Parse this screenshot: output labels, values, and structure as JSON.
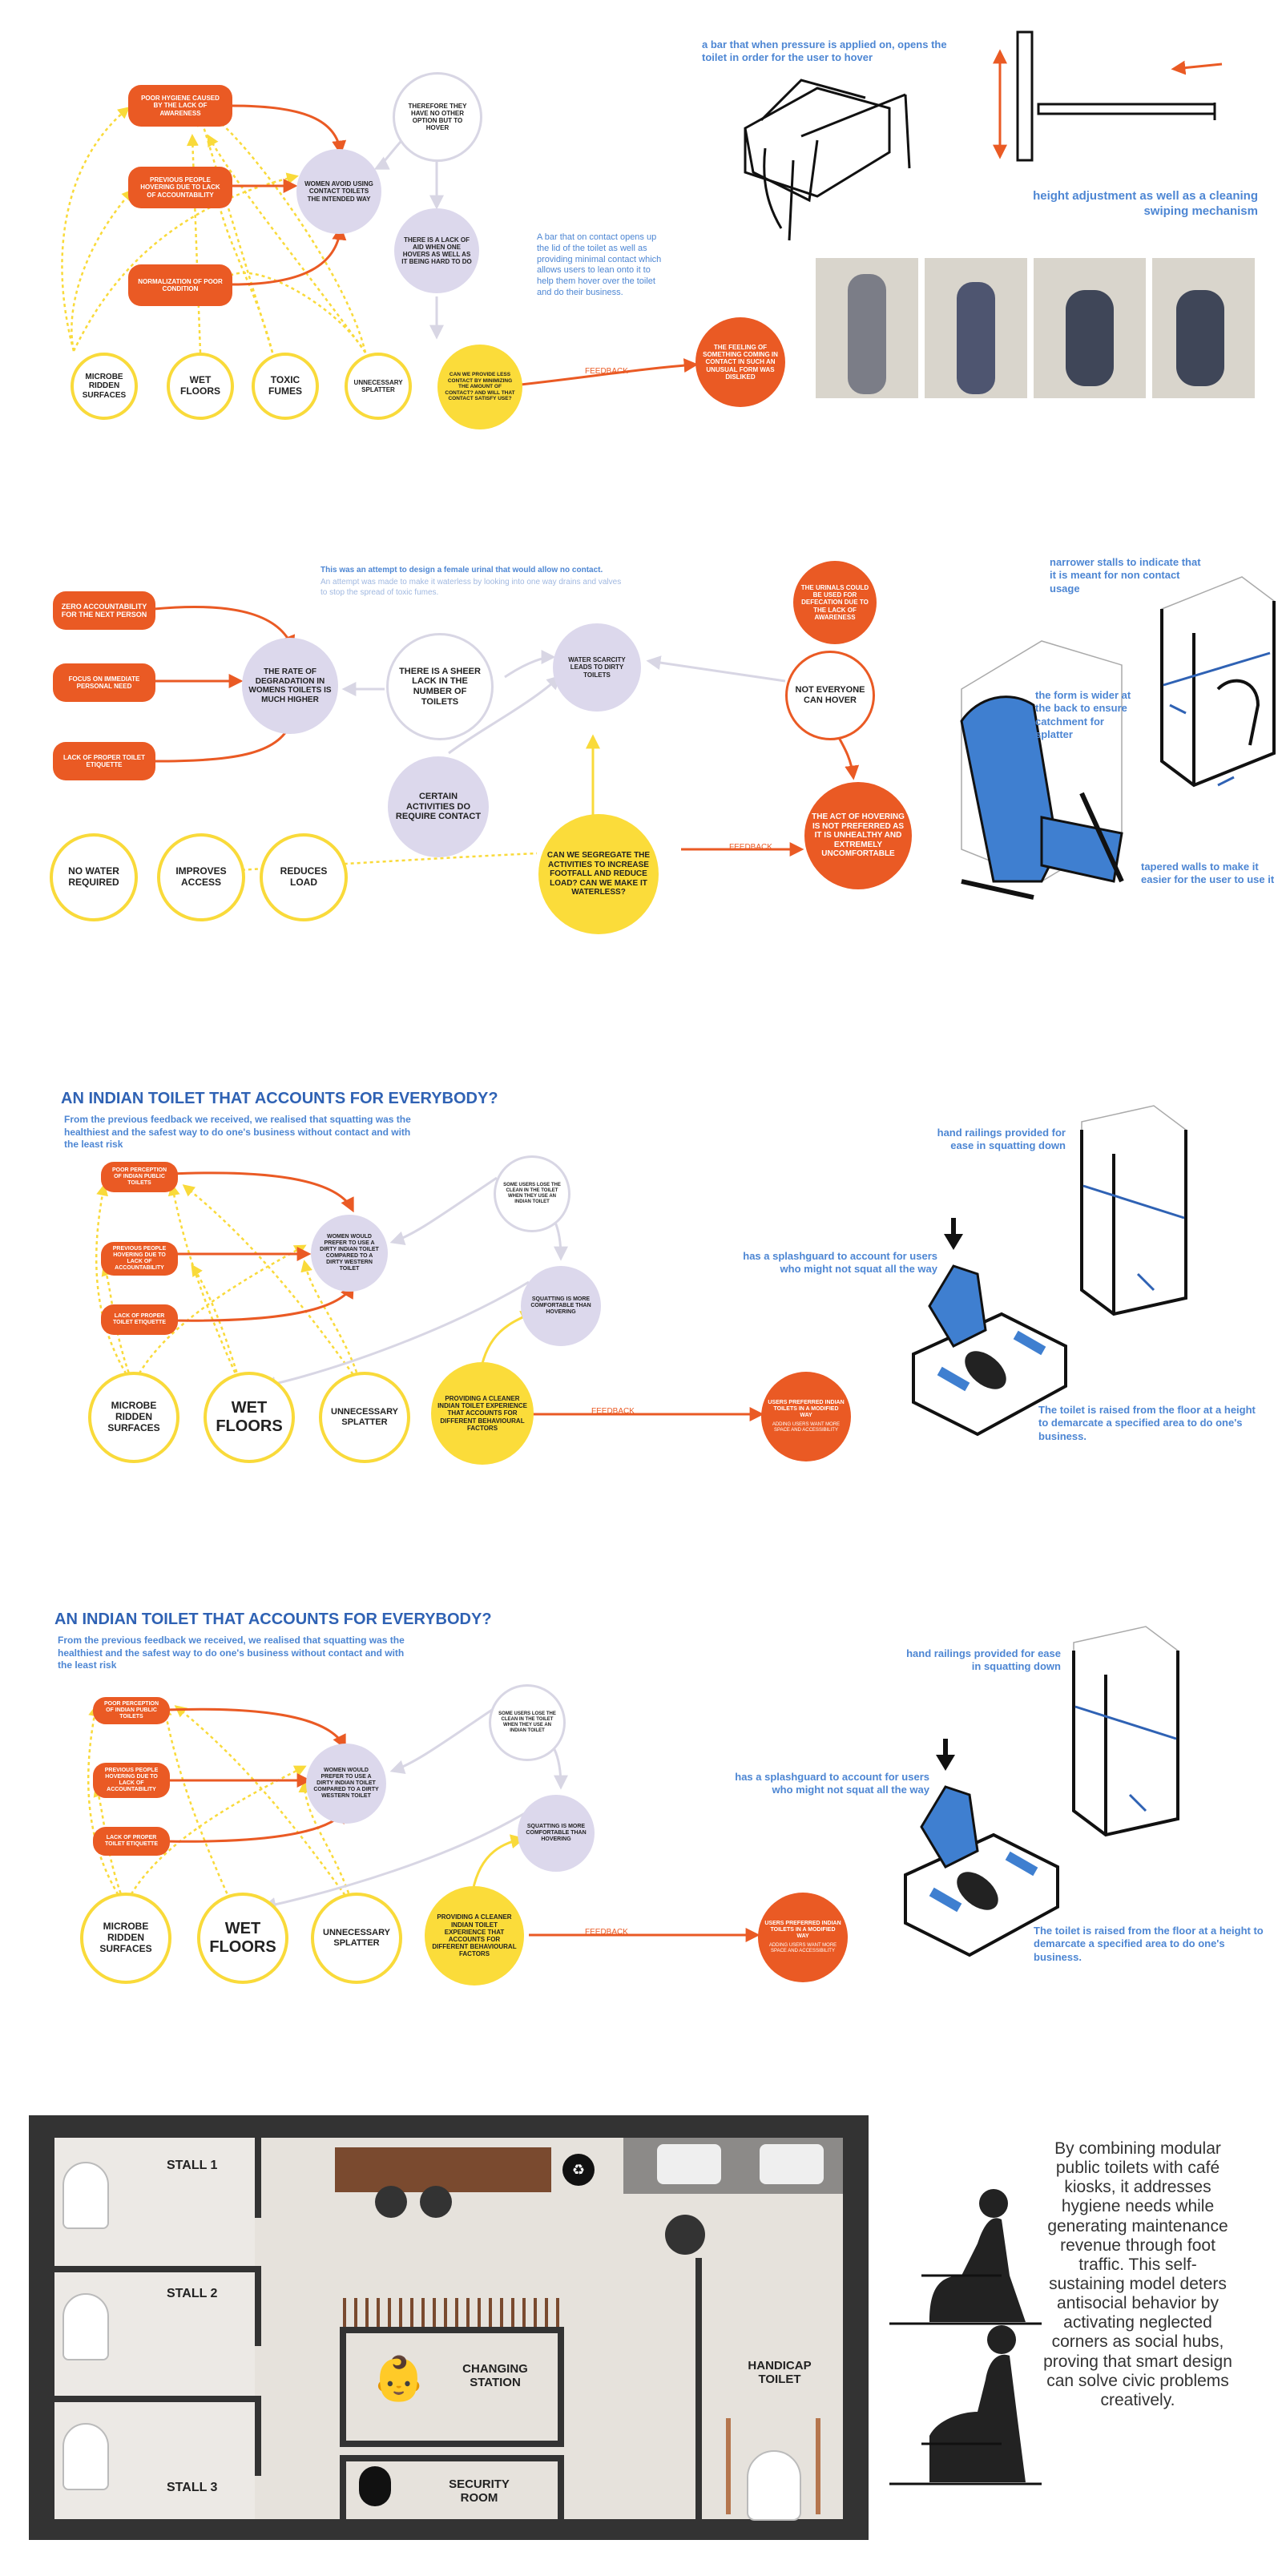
{
  "colors": {
    "orange": "#ea5a24",
    "yellow": "#f9da3a",
    "lavender": "#dcd8ec",
    "blue": "#4d86d3",
    "gray": "#d8d6e4"
  },
  "s1": {
    "pills": [
      "POOR HYGIENE CAUSED BY THE LACK OF AWARENESS",
      "PREVIOUS PEOPLE HOVERING DUE TO LACK OF ACCOUNTABILITY",
      "NORMALIZATION OF POOR CONDITION"
    ],
    "causes": [
      "MICROBE RIDDEN SURFACES",
      "WET FLOORS",
      "TOXIC FUMES",
      "UNNECESSARY SPLATTER"
    ],
    "avoid": "WOMEN AVOID USING CONTACT TOILETS THE INTENDED WAY",
    "therefore": "THEREFORE THEY HAVE NO OTHER OPTION BUT TO HOVER",
    "lack": "THERE IS A LACK OF AID WHEN ONE HOVERS AS WELL AS IT BEING HARD TO DO",
    "can_we": "CAN WE PROVIDE LESS CONTACT BY MINIMIZING THE AMOUNT OF CONTACT? AND WILL THAT CONTACT SATISFY USE?",
    "feeling": "THE FEELING OF SOMETHING COMING IN CONTACT IN SUCH AN UNUSUAL FORM WAS DISLIKED",
    "feedback": "FEEDBACK",
    "note_bar": "A bar that on contact opens up the lid of the toilet as well as providing minimal contact which allows users to lean onto it to help them hover over the toilet and do their business.",
    "caption_top": "a bar that when pressure is applied on, opens the toilet in order for the user to hover",
    "caption_height": "height adjustment as well as a cleaning swiping mechanism"
  },
  "s2": {
    "intro1": "This was an attempt to design a female urinal that would allow no contact.",
    "intro2": "An attempt was made to make it waterless by looking into one way drains and valves to stop the spread of toxic fumes.",
    "pills": [
      "ZERO ACCOUNTABILITY FOR THE NEXT PERSON",
      "FOCUS ON IMMEDIATE PERSONAL NEED",
      "LACK OF PROPER TOILET ETIQUETTE"
    ],
    "rate": "THE RATE OF DEGRADATION IN WOMENS TOILETS IS MUCH HIGHER",
    "sheer": "THERE IS A SHEER LACK IN THE NUMBER OF TOILETS",
    "certain": "CERTAIN ACTIVITIES DO REQUIRE CONTACT",
    "water": "WATER SCARCITY LEADS TO DIRTY TOILETS",
    "urinals": "THE URINALS COULD BE USED FOR DEFECATION DUE TO THE LACK OF AWARENESS",
    "not_everyone": "NOT EVERYONE CAN HOVER",
    "segregate": "CAN WE SEGREGATE THE ACTIVITIES TO INCREASE FOOTFALL AND REDUCE LOAD? CAN WE MAKE IT WATERLESS?",
    "act": "THE ACT OF HOVERING IS NOT PREFERRED AS IT IS UNHEALTHY AND EXTREMELY UNCOMFORTABLE",
    "benefits": [
      "NO WATER REQUIRED",
      "IMPROVES ACCESS",
      "REDUCES LOAD"
    ],
    "feedback": "FEEDBACK",
    "note_narrow": "narrower stalls to indicate that it is meant for non contact usage",
    "note_form": "the form is wider at the back to ensure catchment for splatter",
    "note_tapered": "tapered walls to make it easier for the user to use it"
  },
  "s3": {
    "title": "AN INDIAN TOILET THAT ACCOUNTS FOR EVERYBODY?",
    "subtitle": "From the previous feedback we received, we realised that squatting was the healthiest and the safest way to do one's business without contact and with the least risk",
    "pills": [
      "POOR PERCEPTION OF INDIAN PUBLIC TOILETS",
      "PREVIOUS PEOPLE HOVERING DUE TO LACK OF ACCOUNTABILITY",
      "LACK OF PROPER TOILET ETIQUETTE"
    ],
    "women": "WOMEN WOULD PREFER TO USE A DIRTY INDIAN TOILET COMPARED TO A DIRTY WESTERN TOILET",
    "some_users": "SOME USERS LOSE THE CLEAN IN THE TOILET WHEN THEY USE AN INDIAN TOILET",
    "squatting": "SQUATTING IS MORE COMFORTABLE THAN HOVERING",
    "causes": [
      "MICROBE RIDDEN SURFACES",
      "WET FLOORS",
      "UNNECESSARY SPLATTER"
    ],
    "providing": "PROVIDING A CLEANER INDIAN TOILET EXPERIENCE THAT ACCOUNTS FOR DIFFERENT BEHAVIOURAL FACTORS",
    "users_preferred": "USERS PREFERRED INDIAN TOILETS IN A MODIFIED WAY",
    "users_preferred_sub": "ADDING USERS WANT MORE SPACE AND ACCESSIBILITY",
    "feedback": "FEEDBACK",
    "note_rails": "hand railings provided for ease in squatting down",
    "note_splash": "has a splashguard to account for users who might not squat all the way",
    "note_raised": "The toilet is raised from the floor at a height to demarcate a specified area to do one's business."
  },
  "plan": {
    "stalls": [
      "STALL 1",
      "STALL 2",
      "STALL 3"
    ],
    "changing": "CHANGING STATION",
    "security": "SECURITY ROOM",
    "handicap": "HANDICAP TOILET",
    "paragraph": "By combining modular public toilets with café kiosks, it addresses hygiene needs while generating maintenance revenue through foot traffic. This self-sustaining model deters antisocial behavior by activating neglected corners as social hubs, proving that smart design can solve civic problems creatively."
  }
}
